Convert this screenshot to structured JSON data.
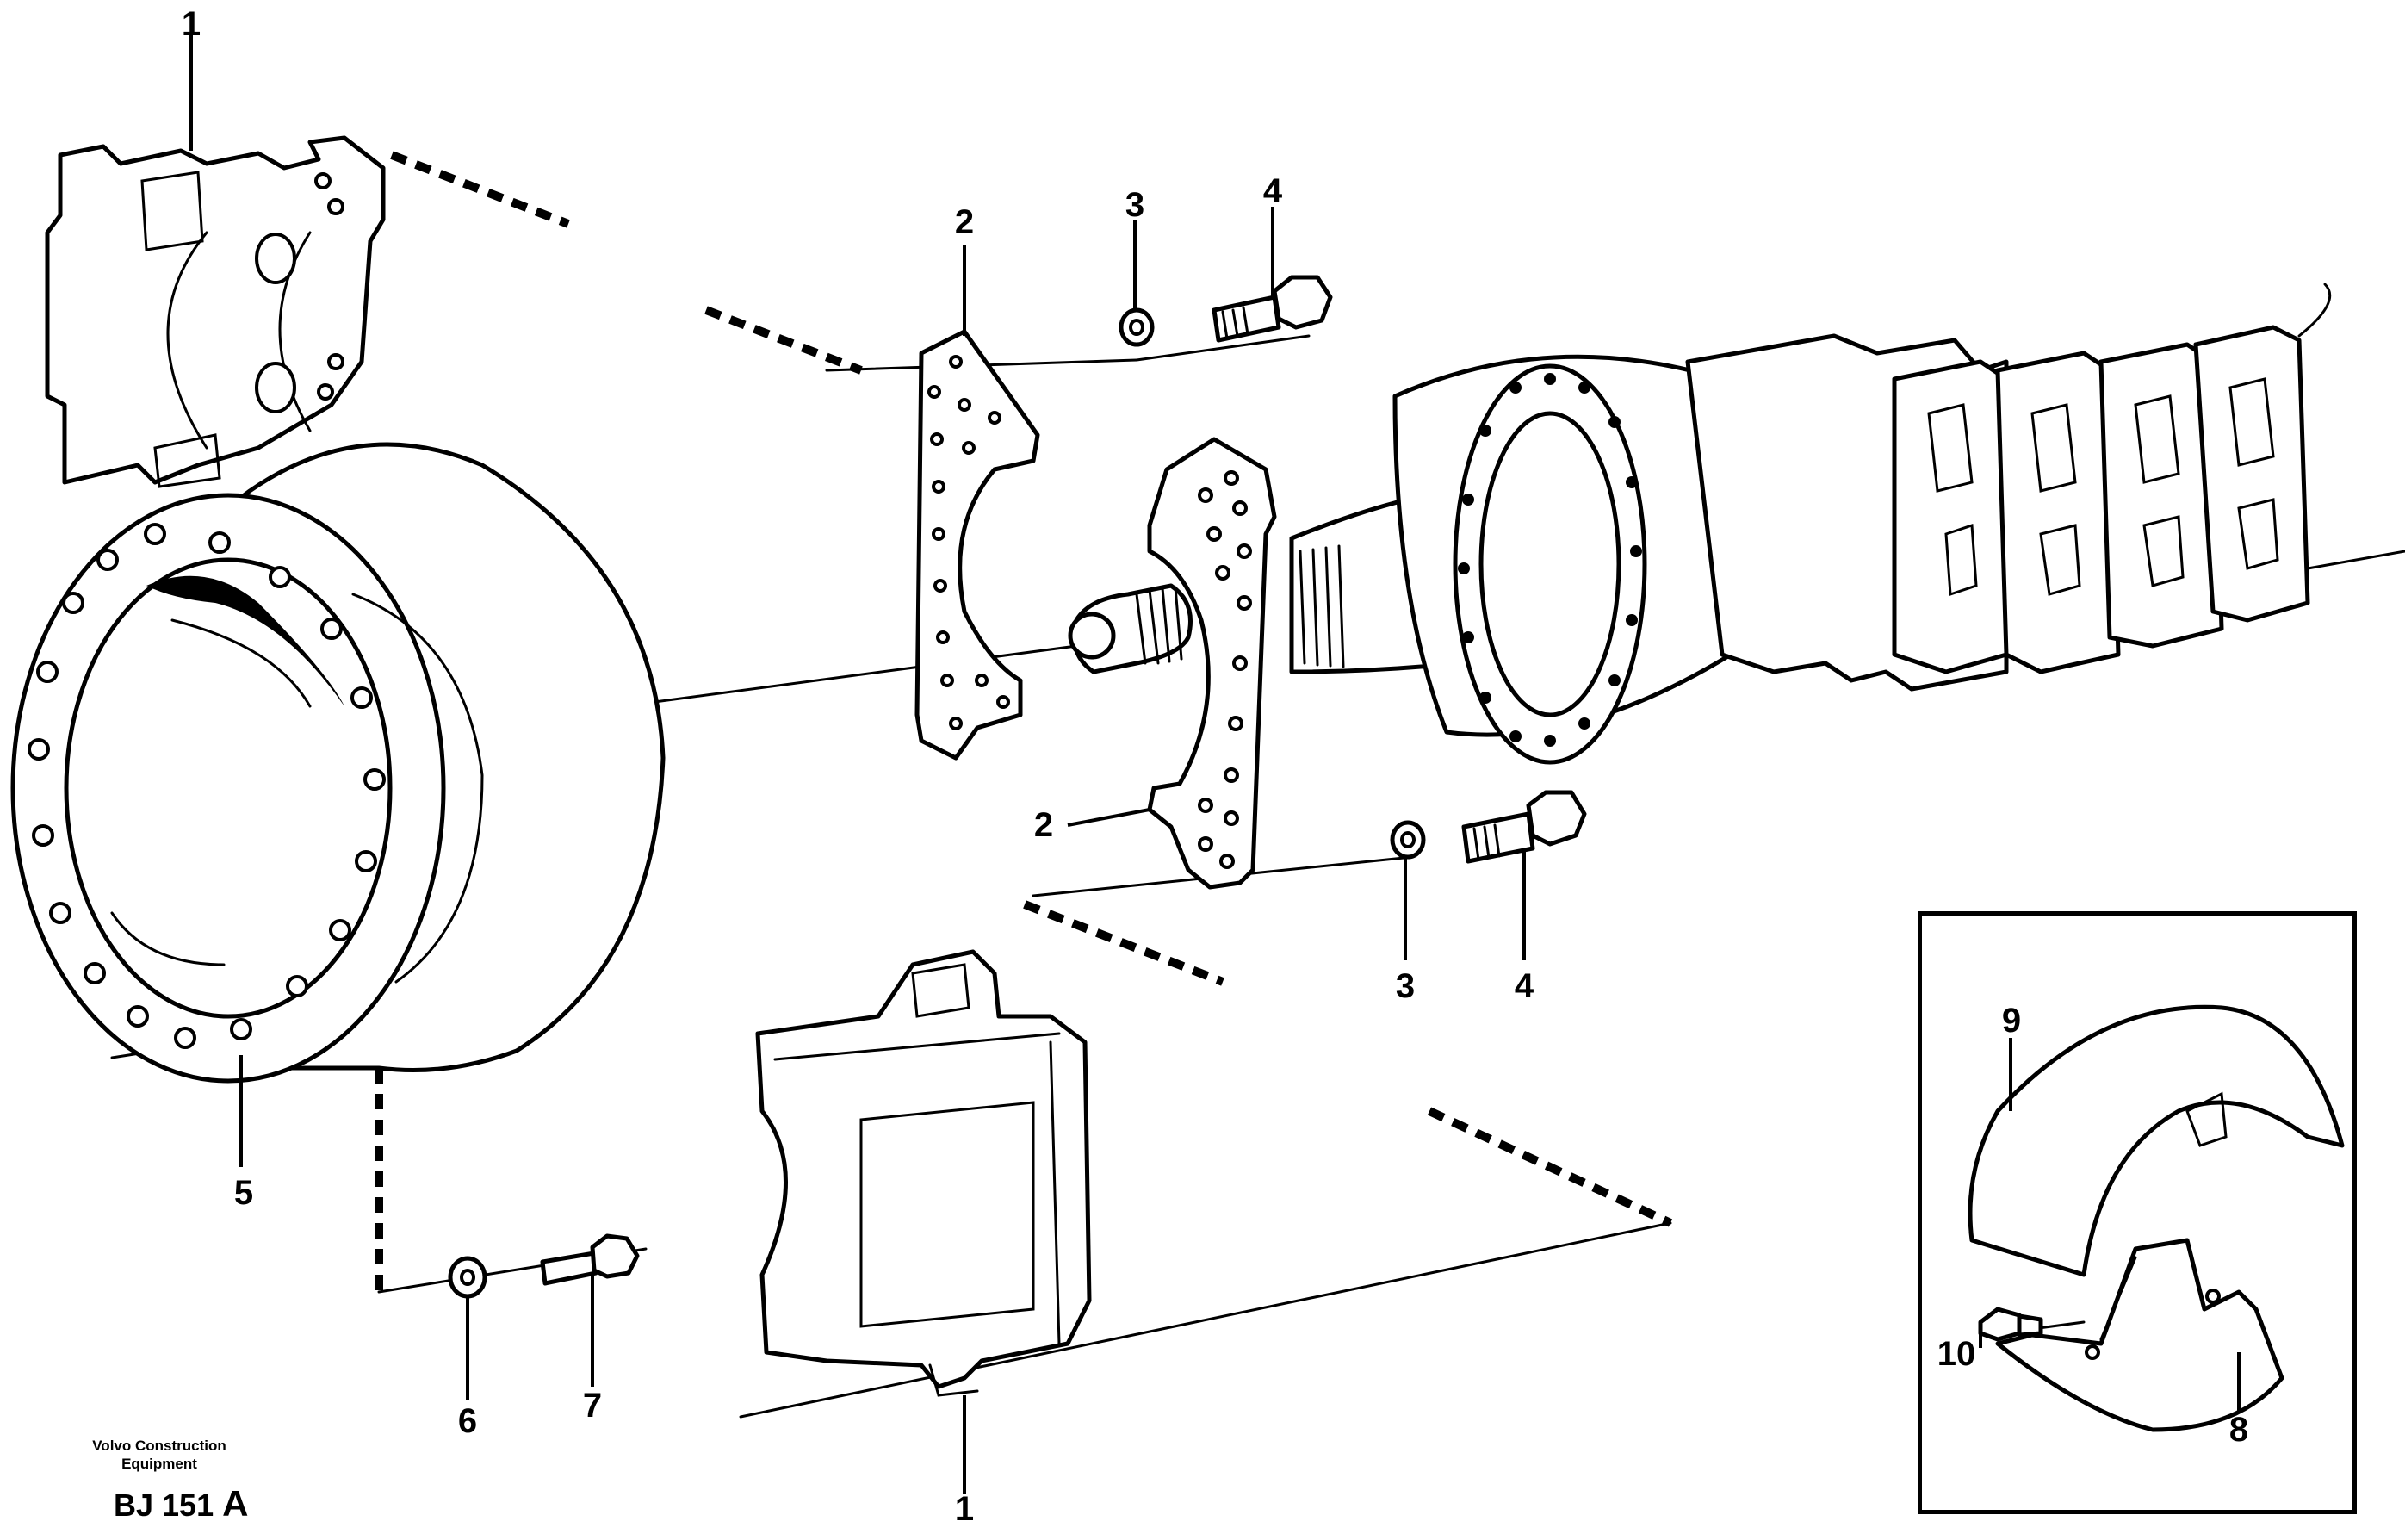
{
  "diagram": {
    "callouts": {
      "c1_top": "1",
      "c1_bottom": "1",
      "c2_top": "2",
      "c2_mid": "2",
      "c3_top": "3",
      "c3_bottom": "3",
      "c4_top": "4",
      "c4_bottom": "4",
      "c5": "5",
      "c6": "6",
      "c7": "7",
      "c8": "8",
      "c9": "9",
      "c10": "10"
    },
    "caption": {
      "line1": "Volvo Construction",
      "line2": "Equipment",
      "code": "BJ 151",
      "code_suffix": "A"
    }
  }
}
